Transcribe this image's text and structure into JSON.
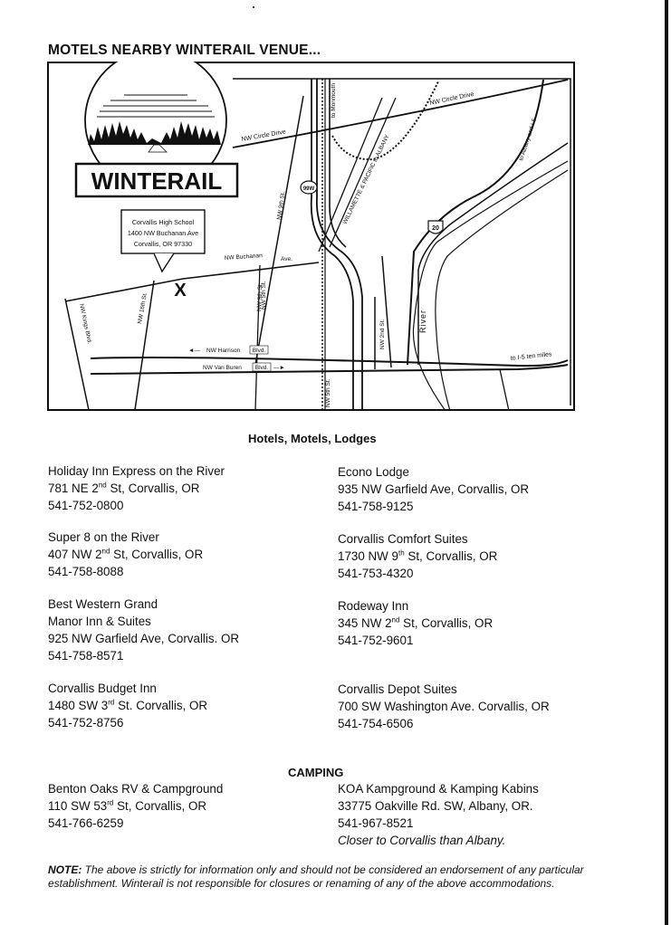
{
  "page": {
    "title": "MOTELS NEARBY WINTERAIL VENUE..."
  },
  "map": {
    "logo_text": "WINTERAIL",
    "venue_line1": "Corvallis High School",
    "venue_line2": "1400 NW Buchanan Ave",
    "venue_line3": "Corvallis, OR 97330",
    "venue_marker": "X",
    "label_circle_drive_left": "NW Circle Drive",
    "label_circle_drive_right": "NW Circle Drive",
    "label_to_monmouth": "to Monmouth",
    "label_to_albany_right": "to Albany and I-5",
    "label_railroad": "WILLAMETTE & PACIFIC to ALBANY",
    "label_hwy99": "99W",
    "label_hwy20": "20",
    "label_9th_st_top": "NW 9th St.",
    "label_buchanan": "NW Buchanan",
    "label_ave": "Ave.",
    "label_16th_st": "NW 16th St.",
    "label_9th_st_bottom": "NW 9th St.",
    "label_5th_st_left": "NW 5th St.",
    "label_kings": "NW Kings Blvd.",
    "label_harrison": "NW Harrison",
    "label_harrison_blvd": "Blvd.",
    "label_van_buren": "NW Van Buren",
    "label_van_buren_blvd": "Blvd.",
    "label_2nd_st": "NW 2nd St.",
    "label_river": "River",
    "label_to_i5": "to I-5 ten miles",
    "label_5th_st_bottom": "NW 5th St."
  },
  "hotels_heading": "Hotels, Motels, Lodges",
  "hotels_left": [
    {
      "name": "Holiday Inn Express on the River",
      "addr_num": "781 NE 2",
      "addr_sup": "nd",
      "addr_rest": " St, Corvallis, OR",
      "phone": "541-752-0800"
    },
    {
      "name": "Super 8 on the River",
      "addr_num": "407 NW 2",
      "addr_sup": "nd",
      "addr_rest": " St, Corvallis, OR",
      "phone": "541-758-8088"
    },
    {
      "name": "Best Western Grand",
      "name2": "Manor Inn & Suites",
      "addr": "925 NW Garfield Ave, Corvallis. OR",
      "phone": "541-758-8571"
    },
    {
      "name": "Corvallis Budget Inn",
      "addr_num": "1480 SW 3",
      "addr_sup": "rd",
      "addr_rest": " St. Corvallis, OR",
      "phone": "541-752-8756"
    }
  ],
  "hotels_right": [
    {
      "name": "Econo Lodge",
      "addr": "935 NW Garfield Ave, Corvallis, OR",
      "phone": "541-758-9125"
    },
    {
      "name": "Corvallis Comfort Suites",
      "addr_num": "1730 NW 9",
      "addr_sup": "th",
      "addr_rest": " St, Corvallis, OR",
      "phone": "541-753-4320"
    },
    {
      "name": "Rodeway Inn",
      "addr_num": "345 NW 2",
      "addr_sup": "nd",
      "addr_rest": " St, Corvallis, OR",
      "phone": "541-752-9601"
    },
    {
      "name": "Corvallis Depot Suites",
      "addr": "700 SW Washington Ave. Corvallis, OR",
      "phone": "541-754-6506"
    }
  ],
  "camping_heading": "CAMPING",
  "camping_left": {
    "name": "Benton Oaks RV & Campground",
    "addr_num": "110 SW 53",
    "addr_sup": "rd",
    "addr_rest": " St, Corvallis, OR",
    "phone": "541-766-6259"
  },
  "camping_right": {
    "name": "KOA Kampground & Kamping Kabins",
    "addr": "33775 Oakville Rd. SW, Albany, OR.",
    "phone": "541-967-8521",
    "note": "Closer to Corvallis than Albany."
  },
  "note": {
    "label": "NOTE:",
    "text": " The above is strictly for information only and should not be considered an endorsement of any particular establishment. Winterail is not responsible for closures or renaming of any of the above accommodations."
  }
}
